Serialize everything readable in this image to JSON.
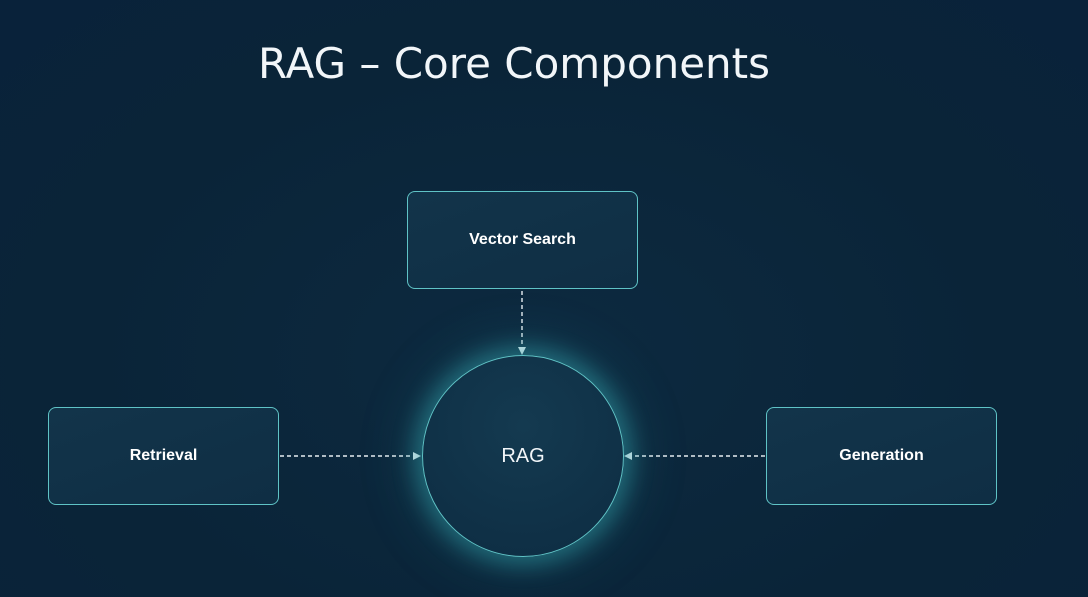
{
  "slide": {
    "title": "RAG – Core Components"
  },
  "diagram": {
    "center": {
      "label": "RAG"
    },
    "components": {
      "top": {
        "label": "Vector Search"
      },
      "left": {
        "label": "Retrieval"
      },
      "right": {
        "label": "Generation"
      }
    },
    "edges": [
      {
        "from": "Vector Search",
        "to": "RAG",
        "style": "dashed"
      },
      {
        "from": "Retrieval",
        "to": "RAG",
        "style": "dashed"
      },
      {
        "from": "Generation",
        "to": "RAG",
        "style": "dashed"
      }
    ]
  },
  "colors": {
    "background": "#0a2438",
    "node_border": "#5fc3c6",
    "connector": "#e8eef2",
    "text": "#ffffff"
  }
}
